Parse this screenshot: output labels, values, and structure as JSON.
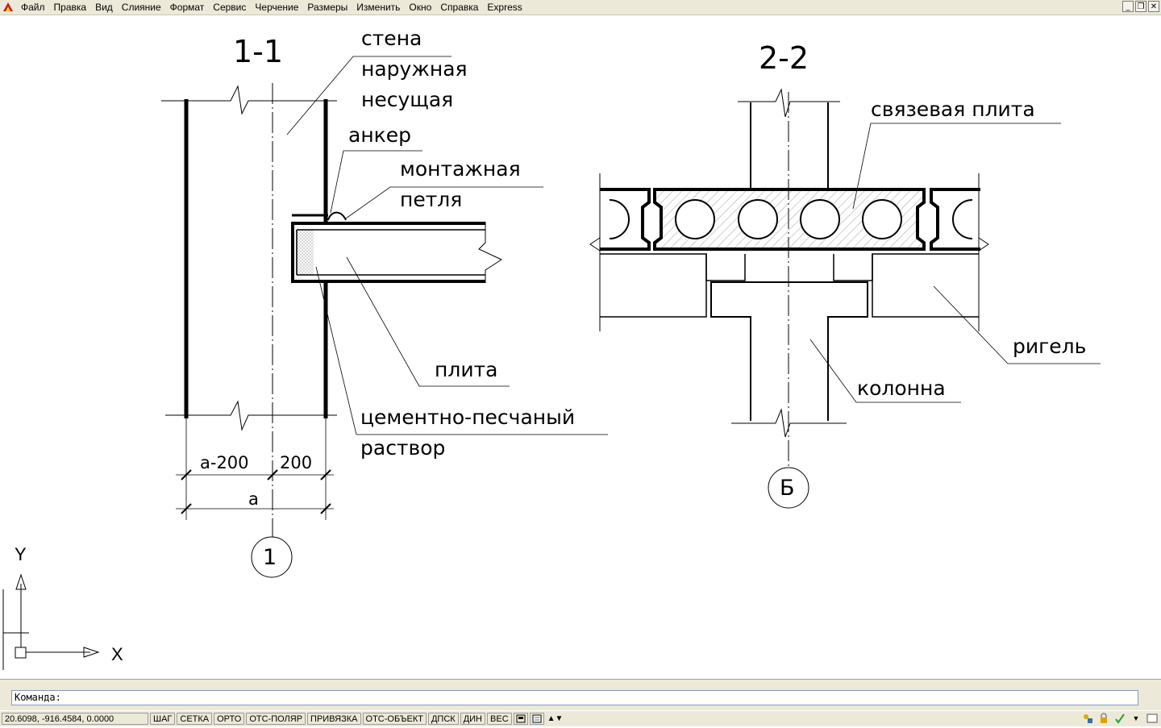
{
  "menu": {
    "items": [
      "Файл",
      "Правка",
      "Вид",
      "Слияние",
      "Формат",
      "Сервис",
      "Черчение",
      "Размеры",
      "Изменить",
      "Окно",
      "Справка",
      "Express"
    ],
    "window_controls": [
      "minimize-icon",
      "restore-icon",
      "close-icon"
    ]
  },
  "drawing": {
    "section_1": {
      "title": "1-1",
      "labels": {
        "wall_1": "стена",
        "wall_2": "наружная",
        "wall_3": "несущая",
        "anchor": "анкер",
        "loop_1": "монтажная",
        "loop_2": "петля",
        "slab": "плита",
        "mortar_1": "цементно-песчаный",
        "mortar_2": "раствор"
      },
      "dimensions": {
        "left": "а-200",
        "right": "200",
        "total": "а"
      },
      "axis": "1"
    },
    "section_2": {
      "title": "2-2",
      "labels": {
        "tie_slab": "связевая плита",
        "beam": "ригель",
        "column": "колонна"
      },
      "axis": "Б"
    },
    "ucs": {
      "y": "Y",
      "x": "X"
    }
  },
  "command": {
    "prompt": "Команда:"
  },
  "status": {
    "coords": "20.6098, -916.4584, 0.0000",
    "buttons": [
      "ШАГ",
      "СЕТКА",
      "ОРТО",
      "ОТС-ПОЛЯР",
      "ПРИВЯЗКА",
      "ОТС-ОБЪЕКТ",
      "ДПСК",
      "ДИН",
      "ВЕС"
    ]
  }
}
